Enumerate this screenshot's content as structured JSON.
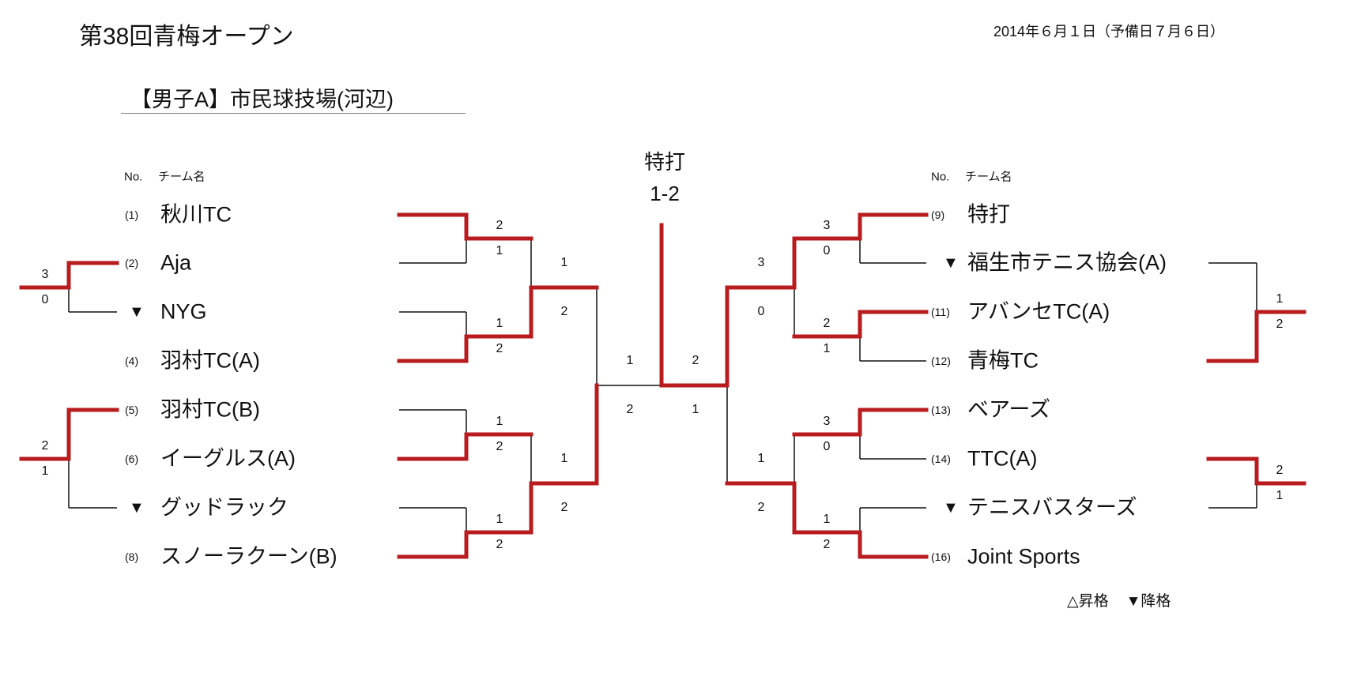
{
  "title": "第38回青梅オープン",
  "date": "2014年６月１日（予備日７月６日）",
  "subtitle": "【男子A】市民球技場(河辺)",
  "header": {
    "no": "No.",
    "name": "チーム名"
  },
  "center": {
    "label": "特打",
    "score": "1-2"
  },
  "left_teams": [
    {
      "no": "(1)",
      "name": "秋川TC"
    },
    {
      "no": "(2)",
      "name": "Aja"
    },
    {
      "no": "▼",
      "name": "NYG"
    },
    {
      "no": "(4)",
      "name": "羽村TC(A)"
    },
    {
      "no": "(5)",
      "name": "羽村TC(B)"
    },
    {
      "no": "(6)",
      "name": "イーグルス(A)"
    },
    {
      "no": "▼",
      "name": "グッドラック"
    },
    {
      "no": "(8)",
      "name": "スノーラクーン(B)"
    }
  ],
  "right_teams": [
    {
      "no": "(9)",
      "name": "特打"
    },
    {
      "no": "▼",
      "name": "福生市テニス協会(A)"
    },
    {
      "no": "(11)",
      "name": "アバンセTC(A)"
    },
    {
      "no": "(12)",
      "name": "青梅TC"
    },
    {
      "no": "(13)",
      "name": "ベアーズ"
    },
    {
      "no": "(14)",
      "name": "TTC(A)"
    },
    {
      "no": "▼",
      "name": "テニスバスターズ"
    },
    {
      "no": "(16)",
      "name": "Joint Sports"
    }
  ],
  "scores": {
    "left_outer": [
      [
        "3",
        "0"
      ],
      [
        "2",
        "1"
      ]
    ],
    "left_r1": [
      [
        "2",
        "1"
      ],
      [
        "1",
        "2"
      ],
      [
        "1",
        "2"
      ],
      [
        "1",
        "2"
      ]
    ],
    "left_r2": [
      [
        "1",
        "2"
      ],
      [
        "1",
        "2"
      ]
    ],
    "left_final": [
      [
        "1",
        "2"
      ]
    ],
    "right_final": [
      [
        "2",
        "1"
      ]
    ],
    "right_r2": [
      [
        "3",
        "0"
      ],
      [
        "1",
        "2"
      ]
    ],
    "right_r1": [
      [
        "3",
        "0"
      ],
      [
        "2",
        "1"
      ],
      [
        "3",
        "0"
      ],
      [
        "1",
        "2"
      ]
    ],
    "right_outer": [
      [
        "1",
        "2"
      ],
      [
        "2",
        "1"
      ]
    ]
  },
  "legend": {
    "up": "△昇格",
    "down": "▼降格"
  },
  "colors": {
    "winner_line": "#b81c1f",
    "line": "#111111"
  }
}
